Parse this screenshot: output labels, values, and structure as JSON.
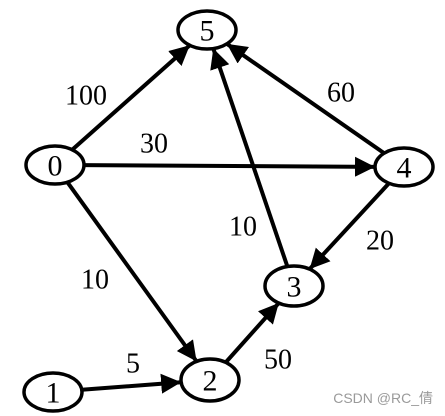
{
  "graph": {
    "nodes": [
      {
        "id": "0",
        "label": "0"
      },
      {
        "id": "1",
        "label": "1"
      },
      {
        "id": "2",
        "label": "2"
      },
      {
        "id": "3",
        "label": "3"
      },
      {
        "id": "4",
        "label": "4"
      },
      {
        "id": "5",
        "label": "5"
      }
    ],
    "edges": [
      {
        "from": "0",
        "to": "5",
        "weight": "100"
      },
      {
        "from": "0",
        "to": "4",
        "weight": "30"
      },
      {
        "from": "0",
        "to": "2",
        "weight": "10"
      },
      {
        "from": "1",
        "to": "2",
        "weight": "5"
      },
      {
        "from": "2",
        "to": "3",
        "weight": "50"
      },
      {
        "from": "3",
        "to": "5",
        "weight": "10"
      },
      {
        "from": "4",
        "to": "5",
        "weight": "60"
      },
      {
        "from": "4",
        "to": "3",
        "weight": "20"
      }
    ]
  },
  "watermark": {
    "text": "CSDN @RC_倩"
  }
}
